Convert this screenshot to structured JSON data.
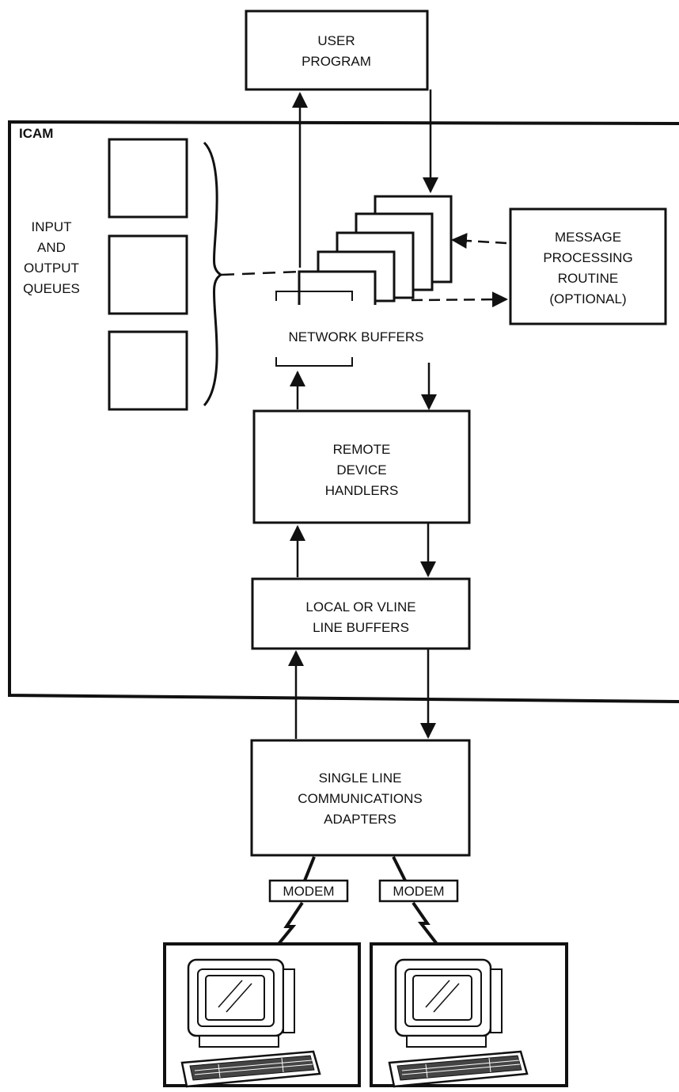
{
  "icam_label": "ICAM",
  "user_program": [
    "USER",
    "PROGRAM"
  ],
  "queues_label": [
    "INPUT",
    "AND",
    "OUTPUT",
    "QUEUES"
  ],
  "message_processing": [
    "MESSAGE",
    "PROCESSING",
    "ROUTINE",
    "(OPTIONAL)"
  ],
  "network_buffers_label": "NETWORK BUFFERS",
  "remote_device_handlers": [
    "REMOTE",
    "DEVICE",
    "HANDLERS"
  ],
  "line_buffers": [
    "LOCAL OR VLINE",
    "LINE BUFFERS"
  ],
  "comm_adapters": [
    "SINGLE LINE",
    "COMMUNICATIONS",
    "ADAPTERS"
  ],
  "modems": [
    "MODEM",
    "MODEM"
  ],
  "terminal_icons": [
    "terminal-icon",
    "terminal-icon"
  ]
}
